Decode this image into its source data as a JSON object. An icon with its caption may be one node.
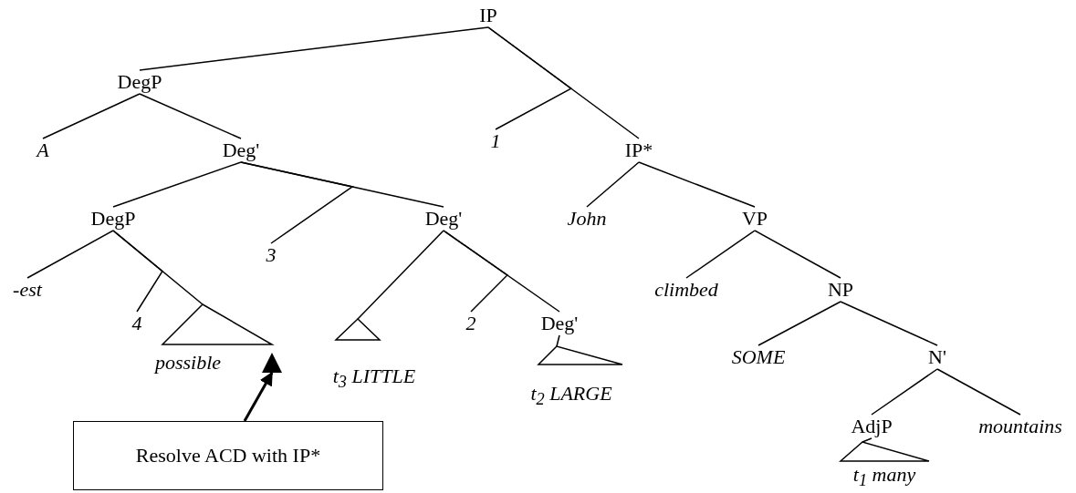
{
  "diagram": {
    "nodes": [
      {
        "text": [
          "IP"
        ]
      },
      {
        "text": [
          "DegP"
        ]
      },
      {
        "text": [
          "A"
        ]
      },
      {
        "text": [
          "Deg'"
        ]
      },
      {
        "text": [
          "DegP"
        ]
      },
      {
        "text": [
          "-est"
        ]
      },
      {
        "text": [
          "4"
        ]
      },
      {
        "text": [
          "possible"
        ]
      },
      {
        "text": [],
        "shape": "triangle"
      },
      {
        "text": [
          "3"
        ]
      },
      {
        "text": [
          "Deg'"
        ]
      },
      {
        "text": [
          "t$_{3}$ LITTLE"
        ]
      },
      {
        "text": [
          "2"
        ]
      },
      {
        "text": [
          "Deg'"
        ]
      },
      {
        "text": [
          "t$_{2}$ LARGE"
        ]
      },
      {
        "text": [
          "1"
        ]
      },
      {
        "text": [
          "IP*"
        ]
      },
      {
        "text": [
          "John"
        ]
      },
      {
        "text": [
          "VP"
        ]
      },
      {
        "text": [
          "climbed"
        ]
      },
      {
        "text": [
          "NP"
        ]
      },
      {
        "text": [
          "SOME"
        ]
      },
      {
        "text": [
          "N'"
        ]
      },
      {
        "text": [
          "AdjP"
        ]
      },
      {
        "text": [
          "mountains"
        ]
      },
      {
        "text": [
          "t$_{1}$ many"
        ]
      },
      {
        "text": [
          "Resolve ACD with IP*"
        ]
      }
    ],
    "edges": [
      {
        "from": 0,
        "to": 1,
        "arrow": "none"
      },
      {
        "from": 0,
        "to": 16,
        "arrow": "none"
      },
      {
        "from": 0,
        "to": 15,
        "arrow": "none"
      },
      {
        "from": 1,
        "to": 2,
        "arrow": "none"
      },
      {
        "from": 1,
        "to": 3,
        "arrow": "none"
      },
      {
        "from": 3,
        "to": 4,
        "arrow": "none"
      },
      {
        "from": 3,
        "to": 10,
        "arrow": "none"
      },
      {
        "from": 3,
        "to": 9,
        "arrow": "none"
      },
      {
        "from": 4,
        "to": 5,
        "arrow": "none"
      },
      {
        "from": 4,
        "to": 7,
        "arrow": "none"
      },
      {
        "from": 4,
        "to": 6,
        "arrow": "none"
      },
      {
        "from": 10,
        "to": 11,
        "arrow": "none"
      },
      {
        "from": 10,
        "to": 13,
        "arrow": "none"
      },
      {
        "from": 10,
        "to": 12,
        "arrow": "none"
      },
      {
        "from": 13,
        "to": 14,
        "arrow": "none"
      },
      {
        "from": 16,
        "to": 17,
        "arrow": "none"
      },
      {
        "from": 16,
        "to": 18,
        "arrow": "none"
      },
      {
        "from": 18,
        "to": 19,
        "arrow": "none"
      },
      {
        "from": 18,
        "to": 20,
        "arrow": "none"
      },
      {
        "from": 20,
        "to": 21,
        "arrow": "none"
      },
      {
        "from": 20,
        "to": 22,
        "arrow": "none"
      },
      {
        "from": 22,
        "to": 23,
        "arrow": "none"
      },
      {
        "from": 22,
        "to": 24,
        "arrow": "none"
      },
      {
        "from": 23,
        "to": 25,
        "arrow": "none"
      },
      {
        "from": 26,
        "to": 8,
        "arrow": "to"
      }
    ]
  }
}
